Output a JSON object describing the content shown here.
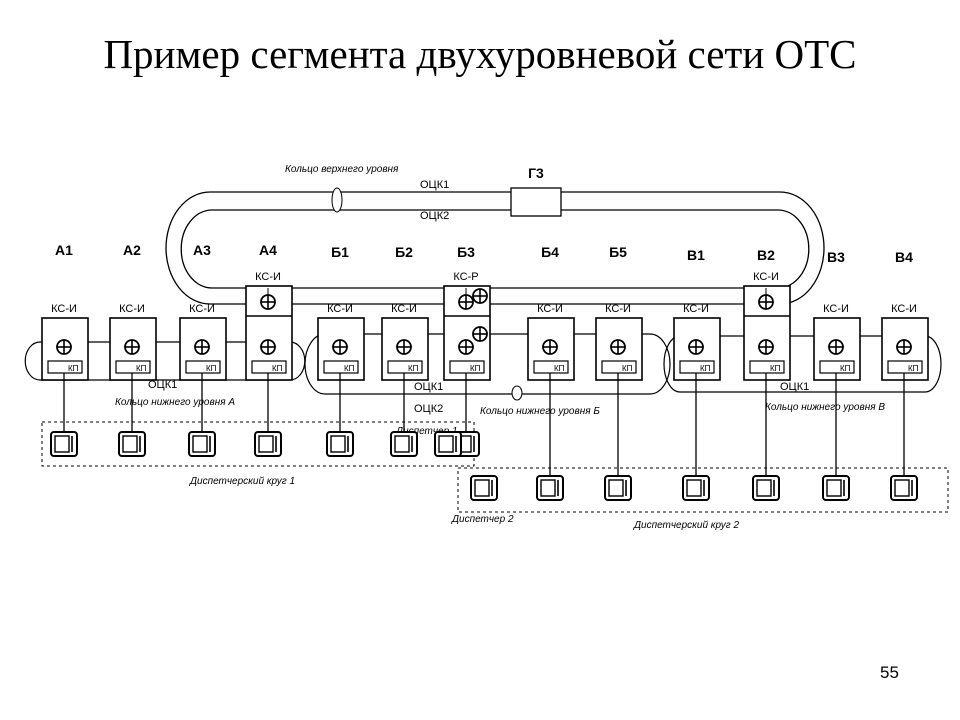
{
  "title": "Пример сегмента двухуровневой сети ОТС",
  "page_number": "55",
  "upper_ring": {
    "label": "Кольцо верхнего уровня",
    "line1": "ОЦК1",
    "line2": "ОЦК2",
    "center_box": "Г3"
  },
  "nodes": [
    {
      "name": "А1",
      "ks": "КС-И",
      "kp": "КП"
    },
    {
      "name": "А2",
      "ks": "КС-И",
      "kp": "КП"
    },
    {
      "name": "А3",
      "ks": "КС-И",
      "kp": "КП"
    },
    {
      "name": "А4",
      "ks": "КС-И",
      "kp": "КП"
    },
    {
      "name": "Б1",
      "ks": "КС-И",
      "kp": "КП"
    },
    {
      "name": "Б2",
      "ks": "КС-И",
      "kp": "КП"
    },
    {
      "name": "Б3",
      "ks": "КС-Р",
      "kp": "КП"
    },
    {
      "name": "Б4",
      "ks": "КС-И",
      "kp": "КП"
    },
    {
      "name": "Б5",
      "ks": "КС-И",
      "kp": "КП"
    },
    {
      "name": "В1",
      "ks": "КС-И",
      "kp": "КП"
    },
    {
      "name": "В2",
      "ks": "КС-И",
      "kp": "КП"
    },
    {
      "name": "В3",
      "ks": "КС-И",
      "kp": "КП"
    },
    {
      "name": "В4",
      "ks": "КС-И",
      "kp": "КП"
    }
  ],
  "lower_rings": [
    {
      "name": "Кольцо нижнего уровня А",
      "line_label": "ОЦК1"
    },
    {
      "name": "Кольцо нижнего уровня Б",
      "line_label1": "ОЦК1",
      "line_label2": "ОЦК2"
    },
    {
      "name": "Кольцо нижнего уровня В",
      "line_label": "ОЦК1"
    }
  ],
  "dispatch": {
    "circle1": "Диспетчерский круг 1",
    "circle2": "Диспетчерский круг 2",
    "dispatcher1": "Диспетчер 1",
    "dispatcher2": "Диспетчер 2"
  }
}
